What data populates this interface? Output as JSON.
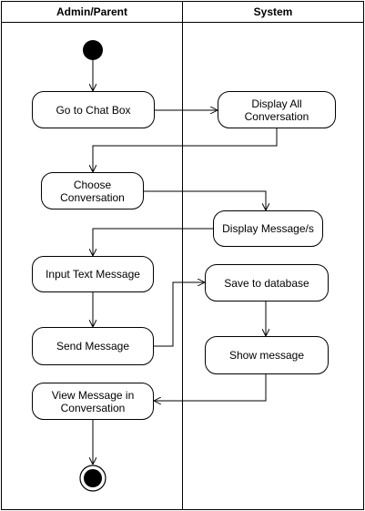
{
  "swimlanes": {
    "left_title": "Admin/Parent",
    "right_title": "System"
  },
  "nodes": {
    "go_to_chat_box": "Go to Chat Box",
    "display_all_conversation": "Display All\nConversation",
    "choose_conversation": "Choose\nConversation",
    "display_messages": "Display Message/s",
    "input_text_message": "Input Text Message",
    "save_to_database": "Save to database",
    "send_message": "Send Message",
    "show_message": "Show message",
    "view_message_in_conversation": "View Message in\nConversation"
  },
  "colors": {
    "line": "#000000",
    "fill": "#ffffff"
  }
}
